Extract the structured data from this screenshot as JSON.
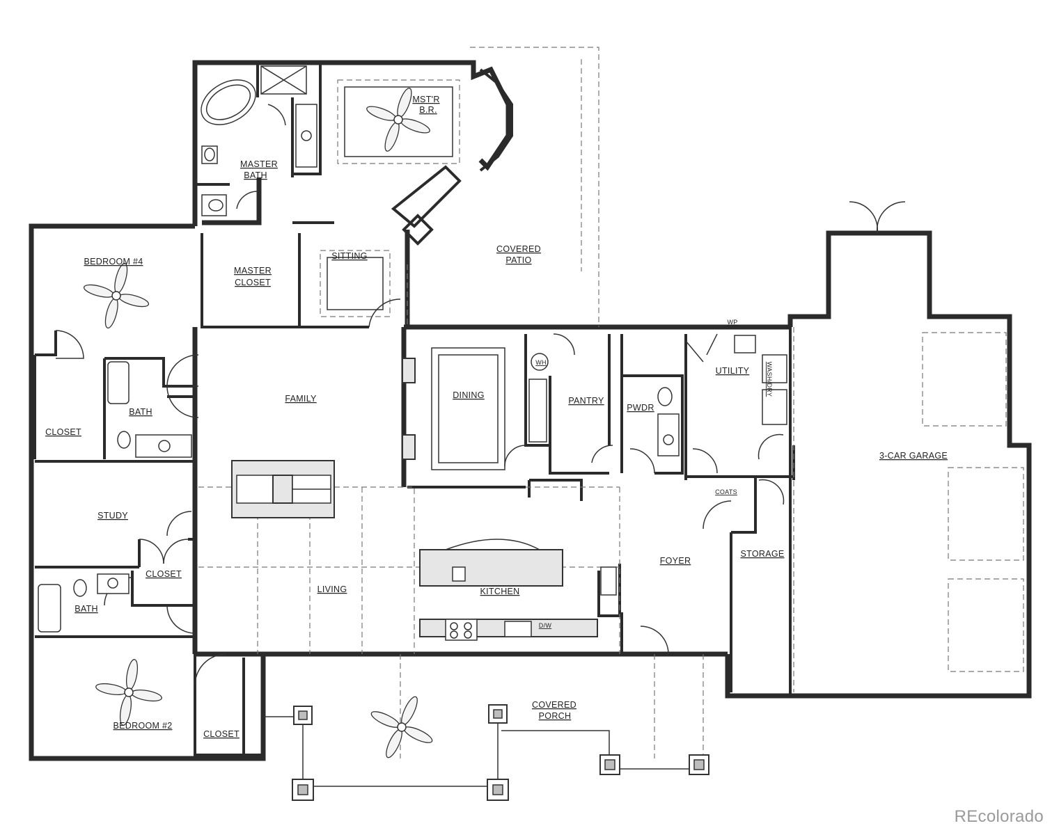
{
  "rooms": {
    "mstr_br_line1": "MST'R",
    "mstr_br_line2": "B.R.",
    "master_bath_line1": "MASTER",
    "master_bath_line2": "BATH",
    "covered_patio_line1": "COVERED",
    "covered_patio_line2": "PATIO",
    "bedroom4": "BEDROOM #4",
    "master_closet_line1": "MASTER",
    "master_closet_line2": "CLOSET",
    "sitting": "SITTING",
    "family": "FAMILY",
    "dining": "DINING",
    "pantry": "PANTRY",
    "pwdr": "PWDR",
    "utility": "UTILITY",
    "washdry": "WASH/DRY",
    "wh": "WH",
    "wp": "WP",
    "closet_left": "CLOSET",
    "bath_upper": "BATH",
    "study": "STUDY",
    "garage": "3-CAR GARAGE",
    "coats": "COATS",
    "storage": "STORAGE",
    "foyer": "FOYER",
    "closet_mid": "CLOSET",
    "living": "LIVING",
    "kitchen": "KITCHEN",
    "dw": "D/W",
    "bath_lower": "BATH",
    "bedroom2": "BEDROOM #2",
    "closet_lower": "CLOSET",
    "covered_porch_line1": "COVERED",
    "covered_porch_line2": "PORCH"
  },
  "watermark": "REcolorado"
}
